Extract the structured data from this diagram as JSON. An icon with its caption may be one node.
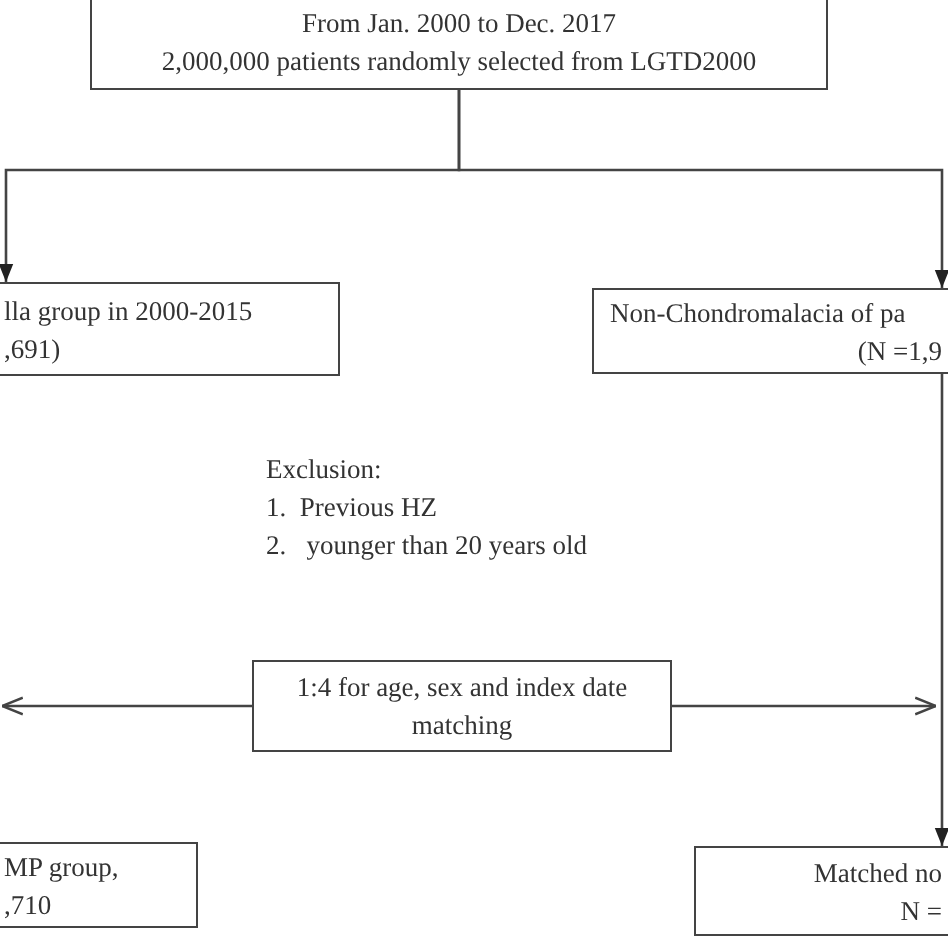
{
  "diagram": {
    "nodes": [
      {
        "text": [
          "From Jan. 2000 to Dec. 2017",
          "2,000,000 patients randomly selected from LGTD2000"
        ]
      },
      {
        "text": [
          "lla group in 2000-2015",
          ",691)"
        ]
      },
      {
        "text": [
          "Non-Chondromalacia of pa",
          "(N =1,9"
        ]
      },
      {
        "text": [
          "1:4 for age, sex and index date matching"
        ]
      },
      {
        "text": [
          "MP group,",
          ",710"
        ]
      },
      {
        "text": [
          "Matched no",
          "N ="
        ]
      }
    ],
    "edges": [
      {
        "from": 0,
        "to": 1,
        "arrow": "to"
      },
      {
        "from": 0,
        "to": 2,
        "arrow": "to"
      },
      {
        "from": 2,
        "to": 5,
        "arrow": "to"
      },
      {
        "from": 3,
        "to": null,
        "arrow": "to"
      },
      {
        "from": 3,
        "to": null,
        "arrow": "to"
      }
    ],
    "labels": [
      "Exclusion:",
      "1.  Previous HZ",
      "2.   younger than 20 years old"
    ]
  }
}
